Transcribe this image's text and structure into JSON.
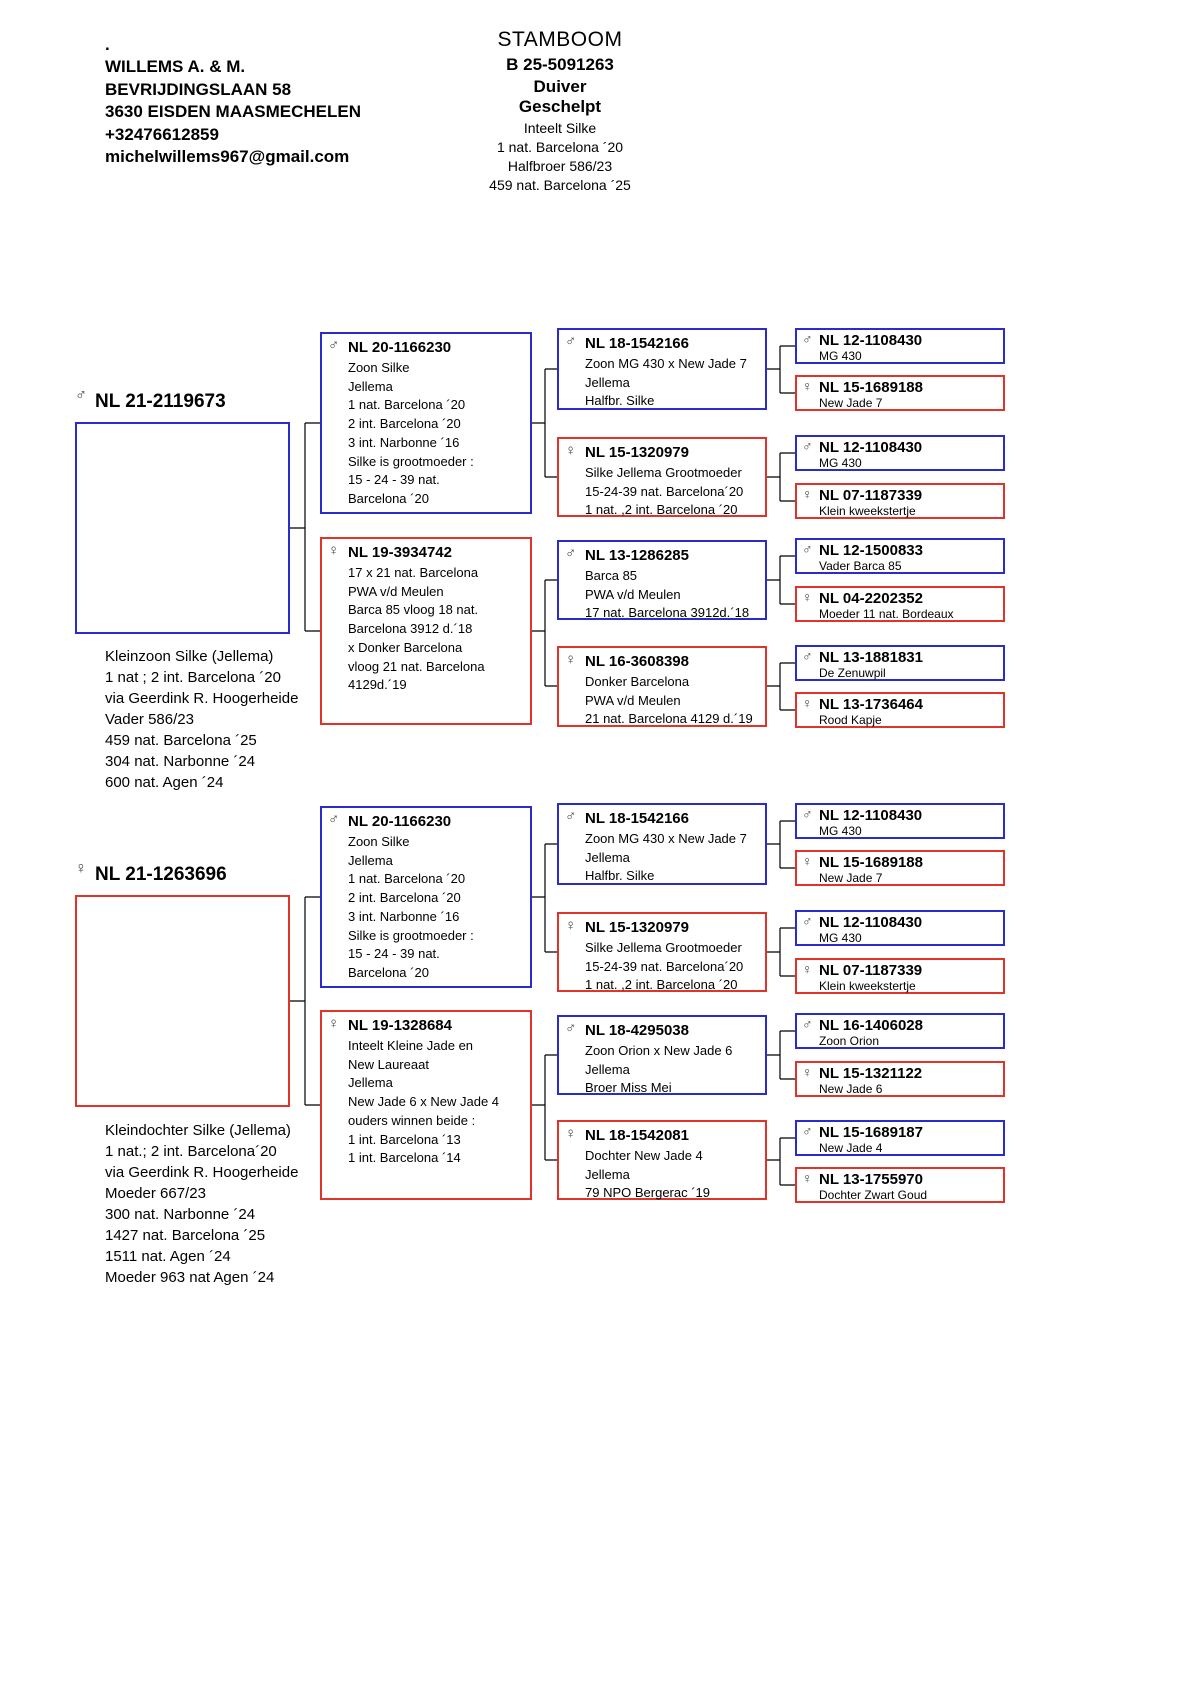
{
  "colors": {
    "male": "#2b2bcc",
    "female": "#e0342b"
  },
  "icons": {
    "male": "♂",
    "female": "♀"
  },
  "header": {
    "owner_lines": [
      ".",
      "WILLEMS A. & M.",
      "BEVRIJDINGSLAAN 58",
      "3630 EISDEN MAASMECHELEN",
      "+32476612859",
      "michelwillems967@gmail.com"
    ],
    "title": "STAMBOOM",
    "ring": "B 25-5091263",
    "sex": "Duiver",
    "color": "Geschelpt",
    "info_lines": [
      "Inteelt Silke",
      "1 nat. Barcelona ´20",
      "Halfbroer 586/23",
      "459 nat. Barcelona ´25"
    ]
  },
  "top": {
    "subject": {
      "ring": "NL 21-2119673",
      "notes": [
        "Kleinzoon Silke (Jellema)",
        "1 nat ; 2 int. Barcelona ´20",
        "via Geerdink R. Hoogerheide",
        "Vader 586/23",
        "459 nat. Barcelona ´25",
        "304 nat. Narbonne ´24",
        "600 nat. Agen ´24"
      ]
    },
    "gen2": [
      {
        "ring": "NL 20-1166230",
        "lines": [
          "Zoon Silke",
          "Jellema",
          "1 nat. Barcelona ´20",
          "2 int. Barcelona ´20",
          "3 int. Narbonne ´16",
          "Silke is grootmoeder :",
          "15 - 24 - 39 nat.",
          "Barcelona ´20"
        ]
      },
      {
        "ring": "NL 19-3934742",
        "lines": [
          "17 x 21 nat. Barcelona",
          "PWA v/d Meulen",
          "Barca 85 vloog 18 nat.",
          "Barcelona 3912 d.´18",
          "x Donker Barcelona",
          "vloog 21 nat. Barcelona",
          "4129d.´19"
        ]
      }
    ],
    "gen3": [
      {
        "ring": "NL 18-1542166",
        "lines": [
          "Zoon MG 430 x New Jade 7",
          "Jellema",
          "Halfbr. Silke"
        ]
      },
      {
        "ring": "NL 15-1320979",
        "lines": [
          "Silke Jellema Grootmoeder",
          "15-24-39 nat. Barcelona´20",
          "1 nat. ,2 int. Barcelona ´20"
        ]
      },
      {
        "ring": "NL 13-1286285",
        "lines": [
          "Barca 85",
          "PWA v/d Meulen",
          "17 nat. Barcelona 3912d.´18"
        ]
      },
      {
        "ring": "NL 16-3608398",
        "lines": [
          "Donker Barcelona",
          "PWA v/d Meulen",
          "21 nat. Barcelona 4129 d.´19"
        ]
      }
    ],
    "gen4": [
      {
        "ring": "NL 12-1108430",
        "lines": [
          "MG 430"
        ]
      },
      {
        "ring": "NL 15-1689188",
        "lines": [
          "New Jade 7"
        ]
      },
      {
        "ring": "NL 12-1108430",
        "lines": [
          "MG 430"
        ]
      },
      {
        "ring": "NL 07-1187339",
        "lines": [
          "Klein kweekstertje"
        ]
      },
      {
        "ring": "NL 12-1500833",
        "lines": [
          "Vader Barca 85"
        ]
      },
      {
        "ring": "NL 04-2202352",
        "lines": [
          "Moeder 11 nat. Bordeaux"
        ]
      },
      {
        "ring": "NL 13-1881831",
        "lines": [
          "De Zenuwpil"
        ]
      },
      {
        "ring": "NL 13-1736464",
        "lines": [
          "Rood Kapje"
        ]
      }
    ]
  },
  "bottom": {
    "subject": {
      "ring": "NL 21-1263696",
      "notes": [
        "Kleindochter Silke (Jellema)",
        "1 nat.; 2 int. Barcelona´20",
        "via Geerdink R. Hoogerheide",
        "Moeder 667/23",
        "300 nat. Narbonne ´24",
        "1427 nat. Barcelona ´25",
        "1511  nat. Agen ´24",
        "Moeder 963 nat Agen ´24"
      ]
    },
    "gen2": [
      {
        "ring": "NL 20-1166230",
        "lines": [
          "Zoon Silke",
          "Jellema",
          "1 nat. Barcelona ´20",
          "2 int. Barcelona ´20",
          "3 int. Narbonne ´16",
          "Silke is grootmoeder :",
          "15 - 24 - 39 nat.",
          "Barcelona ´20"
        ]
      },
      {
        "ring": "NL 19-1328684",
        "lines": [
          "Inteelt Kleine Jade en",
          "New Laureaat",
          "Jellema",
          "New Jade 6 x New Jade 4",
          "ouders winnen beide :",
          "1 int. Barcelona ´13",
          "1 int. Barcelona ´14"
        ]
      }
    ],
    "gen3": [
      {
        "ring": "NL 18-1542166",
        "lines": [
          "Zoon MG 430 x New Jade 7",
          "Jellema",
          "Halfbr. Silke"
        ]
      },
      {
        "ring": "NL 15-1320979",
        "lines": [
          "Silke Jellema Grootmoeder",
          "15-24-39 nat. Barcelona´20",
          "1 nat. ,2 int. Barcelona ´20"
        ]
      },
      {
        "ring": "NL 18-4295038",
        "lines": [
          "Zoon Orion x New Jade 6",
          "Jellema",
          "Broer Miss Mei"
        ]
      },
      {
        "ring": "NL 18-1542081",
        "lines": [
          "Dochter New Jade 4",
          "Jellema",
          "79 NPO Bergerac ´19"
        ]
      }
    ],
    "gen4": [
      {
        "ring": "NL 12-1108430",
        "lines": [
          "MG 430"
        ]
      },
      {
        "ring": "NL 15-1689188",
        "lines": [
          "New Jade 7"
        ]
      },
      {
        "ring": "NL 12-1108430",
        "lines": [
          "MG 430"
        ]
      },
      {
        "ring": "NL 07-1187339",
        "lines": [
          "Klein kweekstertje"
        ]
      },
      {
        "ring": "NL 16-1406028",
        "lines": [
          "Zoon Orion"
        ]
      },
      {
        "ring": "NL 15-1321122",
        "lines": [
          "New Jade 6"
        ]
      },
      {
        "ring": "NL 15-1689187",
        "lines": [
          "New Jade 4"
        ]
      },
      {
        "ring": "NL 13-1755970",
        "lines": [
          "Dochter Zwart Goud"
        ]
      }
    ]
  }
}
